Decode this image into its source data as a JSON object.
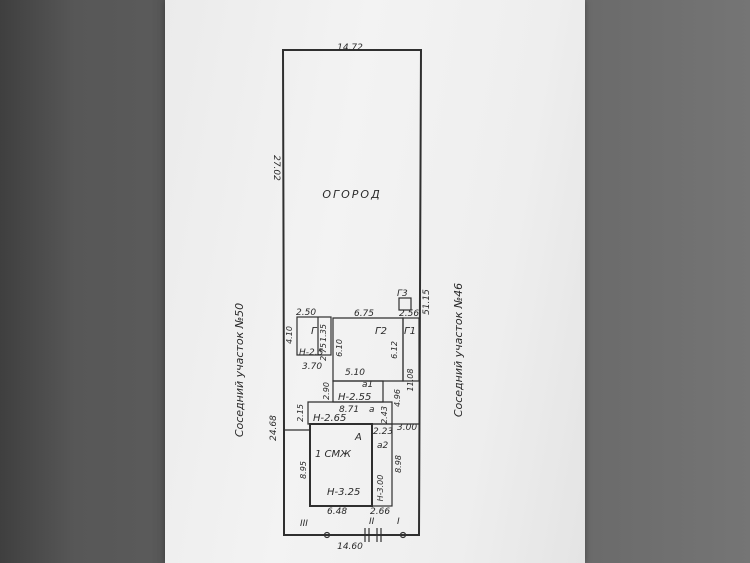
{
  "plan": {
    "garden_label": "ОГОРОД",
    "neighbor_left": "Соседний участок №50",
    "neighbor_right": "Соседний участок №46",
    "dims": {
      "top": "14.72",
      "left_upper": "27.02",
      "right": "51.15",
      "left_lower": "24.68",
      "bottom": "14.60"
    },
    "buildings": {
      "g": {
        "label": "Г",
        "width": "2.50",
        "depth": "4.10",
        "inner": "2.75",
        "h": "Н-2.5",
        "bottom": "3.70",
        "side": "1.35"
      },
      "g2": {
        "label": "Г2",
        "width": "6.75",
        "depth": "6.10"
      },
      "g1": {
        "label": "Г1",
        "width": "2.56",
        "depth": "6.12",
        "side": "11.08"
      },
      "g3": {
        "label": "Г3"
      },
      "a1": {
        "label": "а1",
        "width": "5.10",
        "depth": "2.90",
        "h": "Н-2.55",
        "side": "4.96"
      },
      "a": {
        "label": "а",
        "width": "8.71",
        "depth": "2.15",
        "h": "Н-2.65",
        "side": "2.43",
        "right": "3.00"
      },
      "main": {
        "label": "А",
        "name": "1 СМЖ",
        "h": "Н-3.25",
        "depth_left": "8.95",
        "width": "6.48"
      },
      "a2": {
        "label": "а2",
        "width": "2.23",
        "h": "Н-3.00",
        "depth": "8.98",
        "bottom": "2.66"
      }
    },
    "markers": [
      "III",
      "II",
      "I"
    ]
  }
}
